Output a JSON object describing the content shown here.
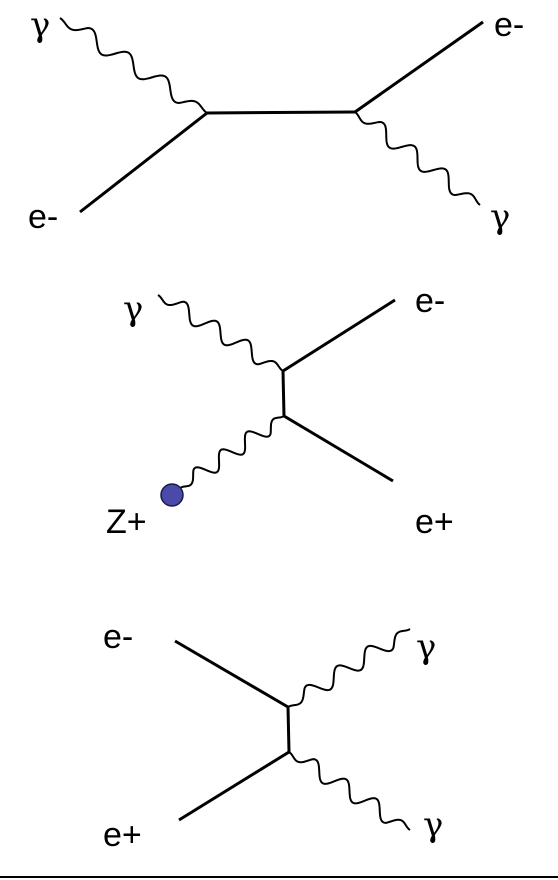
{
  "diagrams": [
    {
      "labels": {
        "photon_in": "γ",
        "electron_out": "e-",
        "electron_in": "e-",
        "photon_out": "γ"
      }
    },
    {
      "labels": {
        "photon_in": "γ",
        "electron_out": "e-",
        "nucleus": "Z+",
        "positron_out": "e+"
      }
    },
    {
      "labels": {
        "electron_in": "e-",
        "photon_out_top": "γ",
        "positron_in": "e+",
        "photon_out_bottom": "γ"
      }
    }
  ],
  "colors": {
    "nucleus_fill": "#4a4aa8",
    "nucleus_stroke": "#1a1a4a",
    "line": "#000000"
  }
}
